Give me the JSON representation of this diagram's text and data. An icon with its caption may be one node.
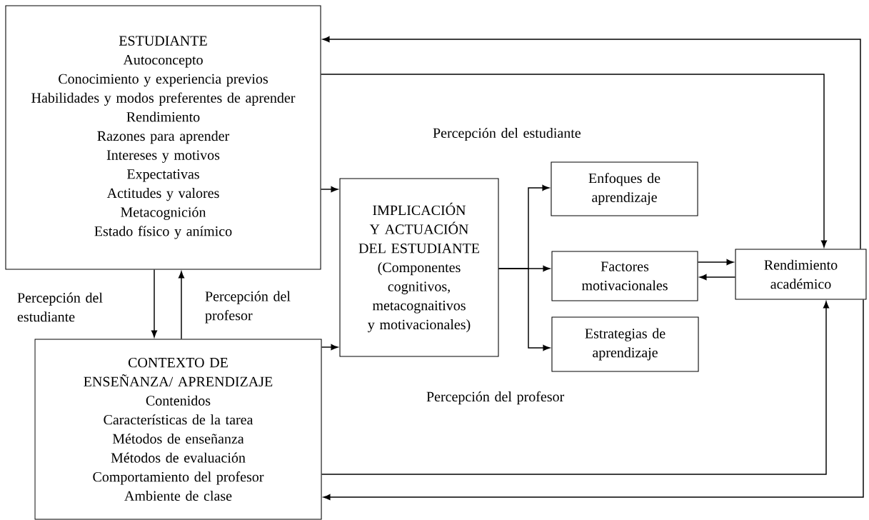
{
  "diagram": {
    "nodes": [
      {
        "text": [
          "ESTUDIANTE",
          "Autoconcepto",
          "Conocimiento y experiencia previos",
          "Habilidades y modos preferentes de aprender",
          "Rendimiento",
          "Razones para aprender",
          "Intereses y motivos",
          "Expectativas",
          "Actitudes y valores",
          "Metacognición",
          "Estado físico y anímico"
        ]
      },
      {
        "text": [
          "CONTEXTO DE ENSEÑANZA/ APRENDIZAJE",
          "Contenidos",
          "Características de la tarea",
          "Métodos de enseñanza",
          "Métodos de evaluación",
          "Comportamiento del profesor",
          "Ambiente de clase"
        ]
      },
      {
        "text": [
          "IMPLICACIÓN Y ACTUACIÓN DEL ESTUDIANTE",
          "(Componentes cognitivos, metacognaitivos y motivacionales)"
        ]
      },
      {
        "text": [
          "Enfoques de aprendizaje"
        ]
      },
      {
        "text": [
          "Factores motivacionales"
        ]
      },
      {
        "text": [
          "Estrategias de aprendizaje"
        ]
      },
      {
        "text": [
          "Rendimiento académico"
        ]
      }
    ],
    "edges": [
      {
        "from": 0,
        "to": 2,
        "arrow": "to"
      },
      {
        "from": 1,
        "to": 2,
        "arrow": "to"
      },
      {
        "from": 0,
        "to": 1,
        "arrow": "to",
        "label": "Percepción del estudiante"
      },
      {
        "from": 1,
        "to": 0,
        "arrow": "to",
        "label": "Percepción del profesor"
      },
      {
        "from": 2,
        "to": 3,
        "arrow": "to"
      },
      {
        "from": 2,
        "to": 4,
        "arrow": "to"
      },
      {
        "from": 2,
        "to": 5,
        "arrow": "to"
      },
      {
        "from": 4,
        "to": 6,
        "arrow": "to"
      },
      {
        "from": 6,
        "to": 4,
        "arrow": "to"
      },
      {
        "from": 0,
        "to": 6,
        "arrow": "to",
        "label": "Percepción del estudiante"
      },
      {
        "from": 6,
        "to": 0,
        "arrow": "to"
      },
      {
        "from": 1,
        "to": 6,
        "arrow": "to",
        "label": "Percepción del profesor"
      },
      {
        "from": 6,
        "to": 1,
        "arrow": "to"
      }
    ]
  }
}
